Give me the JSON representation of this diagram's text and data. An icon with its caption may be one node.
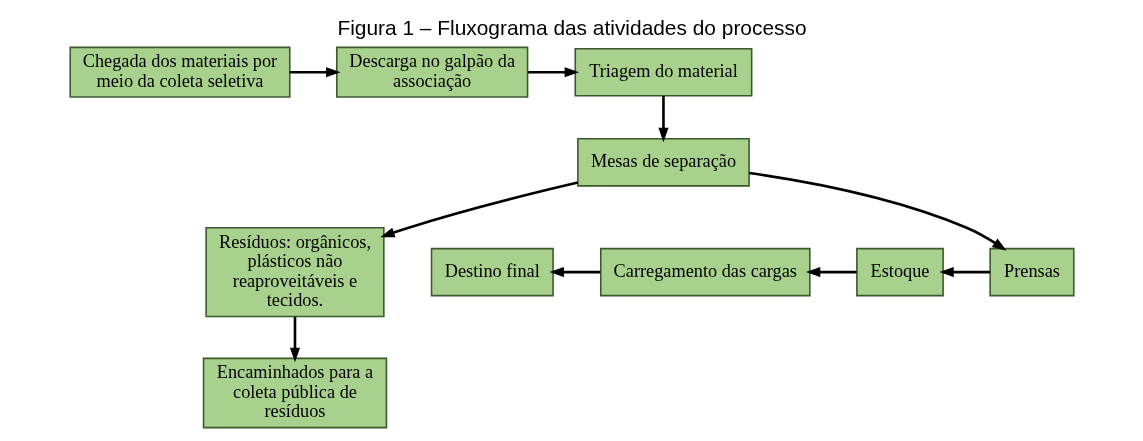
{
  "diagram": {
    "title": "Figura 1 – Fluxograma das atividades do processo",
    "nodes": [
      {
        "text": [
          "Chegada dos materiais por meio da coleta seletiva"
        ]
      },
      {
        "text": [
          "Descarga no galpão da associação"
        ]
      },
      {
        "text": [
          "Triagem do material"
        ]
      },
      {
        "text": [
          "Mesas de separação"
        ]
      },
      {
        "text": [
          "Resíduos: orgânicos, plásticos não reaproveitáveis e tecidos."
        ]
      },
      {
        "text": [
          "Prensas"
        ]
      },
      {
        "text": [
          "Estoque"
        ]
      },
      {
        "text": [
          "Carregamento das cargas"
        ]
      },
      {
        "text": [
          "Destino final"
        ]
      },
      {
        "text": [
          "Encaminhados para a coleta pública de resíduos"
        ]
      }
    ],
    "edges": [
      {
        "from": 0,
        "to": 1,
        "arrow": "to"
      },
      {
        "from": 1,
        "to": 2,
        "arrow": "to"
      },
      {
        "from": 2,
        "to": 3,
        "arrow": "to"
      },
      {
        "from": 3,
        "to": 5,
        "arrow": "to"
      },
      {
        "from": 3,
        "to": 4,
        "arrow": "to"
      },
      {
        "from": 5,
        "to": 6,
        "arrow": "to"
      },
      {
        "from": 6,
        "to": 7,
        "arrow": "to"
      },
      {
        "from": 7,
        "to": 8,
        "arrow": "to"
      },
      {
        "from": 4,
        "to": 9,
        "arrow": "to"
      }
    ]
  }
}
